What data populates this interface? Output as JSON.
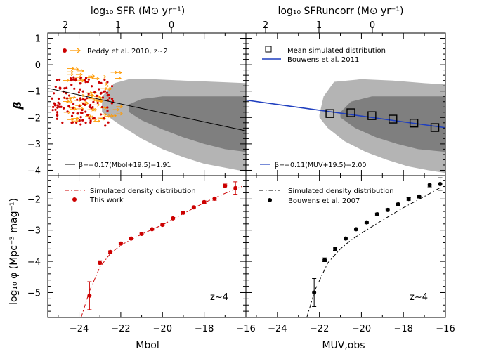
{
  "chart_data": [
    {
      "panel": "top-left",
      "type": "scatter",
      "xlabel": "",
      "ylabel": "β",
      "top_axis_label": "log10 SFR (M⊙ yr⁻¹)",
      "top_axis_ticks": [
        "2",
        "1",
        "0"
      ],
      "xlim": [
        -25.5,
        -16
      ],
      "ylim": [
        -4.2,
        1.2
      ],
      "y_ticks": [
        "1",
        "0",
        "−1",
        "−2",
        "−3",
        "−4"
      ],
      "legend": [
        {
          "label": "Reddy et al. 2010, z~2",
          "marker": "red circle + orange arrow"
        }
      ],
      "fit_line": {
        "label": "β=−0.17(Mbol+19.5)−1.91",
        "slope": -0.17,
        "pivot": -19.5,
        "intercept": -1.91,
        "color": "#000000"
      },
      "grid": false,
      "colors": {
        "observed_points": "#cc0000",
        "upper_limits": "#ff9900",
        "density_outer": "#b4b4b4",
        "density_inner": "#7f7f7f"
      }
    },
    {
      "panel": "top-right",
      "type": "scatter",
      "xlabel": "",
      "ylabel": "",
      "top_axis_label": "log10 SFRuncorr (M⊙ yr⁻¹)",
      "top_axis_ticks": [
        "2",
        "1",
        "0"
      ],
      "xlim": [
        -25.5,
        -16
      ],
      "ylim": [
        -4.2,
        1.2
      ],
      "legend": [
        {
          "label": "Mean simulated distribution",
          "marker": "open square"
        },
        {
          "label": "Bouwens et al. 2011",
          "marker": "blue line"
        }
      ],
      "series": [
        {
          "name": "Mean simulated distribution",
          "x": [
            -21.5,
            -20.5,
            -19.5,
            -18.5,
            -17.5,
            -16.5
          ],
          "y": [
            -1.85,
            -1.82,
            -1.93,
            -2.06,
            -2.21,
            -2.38
          ]
        }
      ],
      "fit_line": {
        "label": "β=−0.11(MUV+19.5)−2.00",
        "slope": -0.11,
        "pivot": -19.5,
        "intercept": -2.0,
        "color": "#1f3fbf"
      },
      "grid": false
    },
    {
      "panel": "bottom-left",
      "type": "line",
      "xlabel": "Mbol",
      "ylabel": "log10 φ (Mpc⁻³ mag⁻¹)",
      "xlim": [
        -25.5,
        -16
      ],
      "ylim": [
        -5.8,
        -1.25
      ],
      "x_ticks": [
        "−24",
        "−22",
        "−20",
        "−18",
        "−16"
      ],
      "y_ticks": [
        "−2",
        "−3",
        "−4",
        "−5"
      ],
      "annotation": "z~4",
      "legend": [
        {
          "label": "Simulated density distribution",
          "marker": "red dash-dot line"
        },
        {
          "label": "This work",
          "marker": "red circle"
        }
      ],
      "series": [
        {
          "name": "This work",
          "x": [
            -23.5,
            -23.0,
            -22.5,
            -22.0,
            -21.5,
            -21.0,
            -20.5,
            -20.0,
            -19.5,
            -19.0,
            -18.5,
            -18.0,
            -17.5,
            -17.0,
            -16.5
          ],
          "y": [
            -5.1,
            -4.05,
            -3.7,
            -3.43,
            -3.27,
            -3.12,
            -2.97,
            -2.83,
            -2.62,
            -2.44,
            -2.27,
            -2.1,
            -1.99,
            -1.58,
            -1.65
          ],
          "yerr": [
            0.45,
            0.07,
            0.04,
            0.03,
            0.03,
            0.03,
            0.03,
            0.03,
            0.03,
            0.03,
            0.04,
            0.04,
            0.05,
            0.06,
            0.2
          ]
        }
      ],
      "curve": {
        "name": "Simulated density distribution",
        "x": [
          -23.9,
          -23.5,
          -23.0,
          -22.5,
          -22.0,
          -21.0,
          -20.0,
          -19.0,
          -18.0,
          -17.0,
          -16.2
        ],
        "y": [
          -5.8,
          -4.95,
          -4.18,
          -3.75,
          -3.48,
          -3.13,
          -2.83,
          -2.47,
          -2.12,
          -1.82,
          -1.6
        ]
      },
      "grid": false
    },
    {
      "panel": "bottom-right",
      "type": "line",
      "xlabel": "MUV,obs",
      "ylabel": "",
      "xlim": [
        -25.5,
        -16
      ],
      "ylim": [
        -5.8,
        -1.25
      ],
      "x_ticks": [
        "−24",
        "−22",
        "−20",
        "−18",
        "−16"
      ],
      "left_tick_label": "−16",
      "annotation": "z~4",
      "legend": [
        {
          "label": "Simulated density distribution",
          "marker": "black dash-dot line"
        },
        {
          "label": "Bouwens et al. 2007",
          "marker": "black circle"
        }
      ],
      "series": [
        {
          "name": "Bouwens et al. 2007",
          "x": [
            -22.25,
            -21.75,
            -21.25,
            -20.75,
            -20.25,
            -19.75,
            -19.25,
            -18.75,
            -18.25,
            -17.75,
            -17.25,
            -16.75,
            -16.25
          ],
          "y": [
            -5.0,
            -3.95,
            -3.6,
            -3.27,
            -2.97,
            -2.75,
            -2.49,
            -2.35,
            -2.17,
            -2.0,
            -1.92,
            -1.55,
            -1.52
          ],
          "yerr": [
            0.45,
            0.06,
            0.05,
            0.04,
            0.04,
            0.04,
            0.04,
            0.04,
            0.04,
            0.04,
            0.05,
            0.06,
            0.2
          ]
        }
      ],
      "curve": {
        "name": "Simulated density distribution",
        "x": [
          -22.6,
          -22.2,
          -21.6,
          -21.0,
          -20.5,
          -20.0,
          -19.0,
          -18.0,
          -17.0,
          -16.2
        ],
        "y": [
          -5.8,
          -4.9,
          -4.05,
          -3.6,
          -3.32,
          -3.1,
          -2.68,
          -2.28,
          -1.92,
          -1.62
        ]
      },
      "grid": false
    }
  ],
  "labels": {
    "top_left_axis_title": "log₁₀ SFR (M⊙ yr⁻¹)",
    "top_right_axis_title": "log₁₀ SFRuncorr (M⊙ yr⁻¹)",
    "top_tick_2": "2",
    "top_tick_1": "1",
    "top_tick_0": "0",
    "beta_axis": "β",
    "phi_axis": "log₁₀ φ (Mpc⁻³ mag⁻¹)",
    "legend_reddy": "Reddy et al. 2010, z~2",
    "legend_mean_sim": "Mean simulated distribution",
    "legend_bouwens2011": "Bouwens et al. 2011",
    "fit_left": "β=−0.17(Mbol+19.5)−1.91",
    "fit_right": "β=−0.11(MUV+19.5)−2.00",
    "legend_sim_density_left": "Simulated density distribution",
    "legend_this_work": "This work",
    "legend_sim_density_right": "Simulated density distribution",
    "legend_bouwens2007": "Bouwens et al. 2007",
    "z_left": "z~4",
    "z_right": "z~4",
    "xlabel_left": "Mbol",
    "xlabel_right": "MUV,obs"
  }
}
